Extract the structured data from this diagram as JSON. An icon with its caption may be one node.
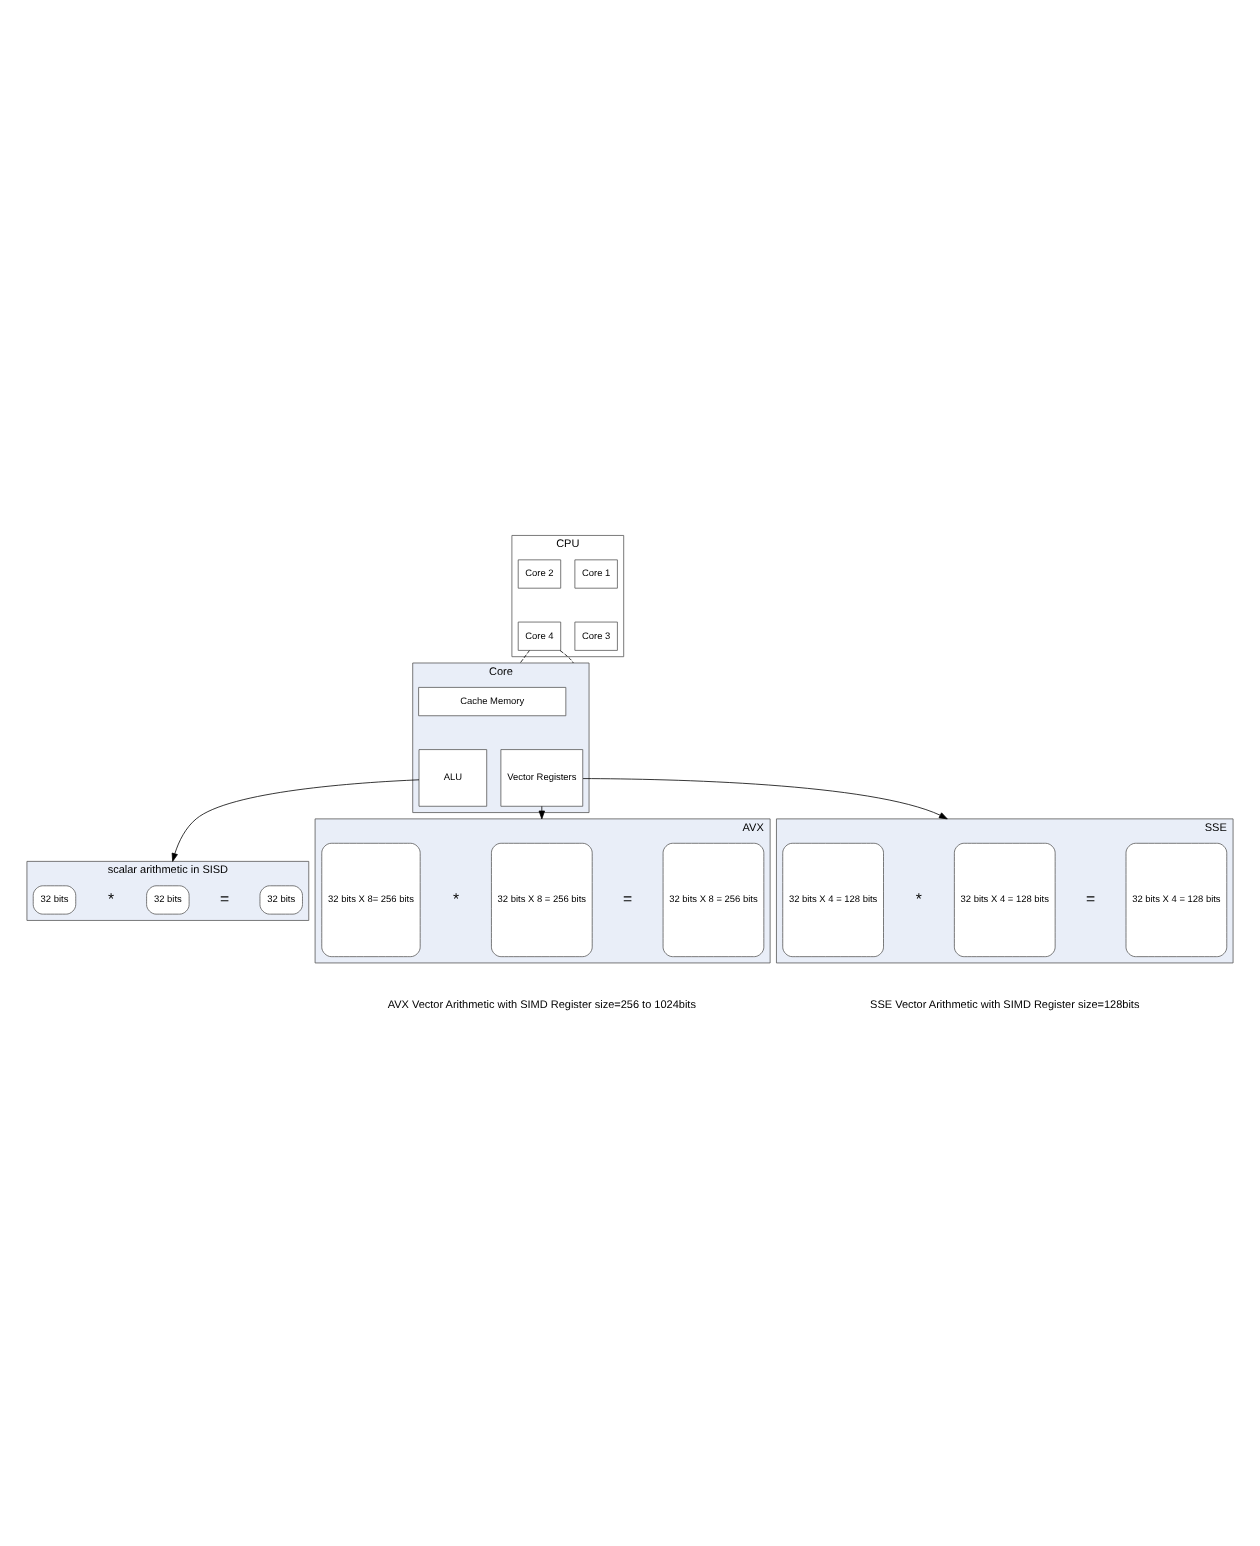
{
  "diagram": {
    "nodes": [
      {
        "text": [
          "CPU"
        ]
      },
      {
        "text": [
          "Core 1"
        ],
        "in": 0
      },
      {
        "text": [
          "Core 2"
        ],
        "in": 0
      },
      {
        "text": [
          "Core 3"
        ],
        "in": 0
      },
      {
        "text": [
          "Core 4"
        ],
        "in": 0
      },
      {
        "text": [
          "Core"
        ]
      },
      {
        "text": [
          "Cache Memory"
        ],
        "in": 5
      },
      {
        "text": [
          "ALU"
        ],
        "in": 5
      },
      {
        "text": [
          "Vector Registers"
        ],
        "in": 5
      },
      {
        "text": [
          "scalar arithmetic in SISD"
        ]
      },
      {
        "text": [
          "32 bits"
        ],
        "in": 9
      },
      {
        "text": [
          "32 bits"
        ],
        "in": 9
      },
      {
        "text": [
          "32 bits"
        ],
        "in": 9
      },
      {
        "text": [
          "AVX"
        ],
        "beside": [
          "AVX Vector Arithmetic with SIMD Register size=256 to 1024bits"
        ]
      },
      {
        "text": [
          "32 bits X 8= 256 bits"
        ],
        "in": 13
      },
      {
        "text": [
          "32 bits X 8 = 256 bits"
        ],
        "in": 13
      },
      {
        "text": [
          "32 bits X 8 = 256 bits"
        ],
        "in": 13
      },
      {
        "text": [
          "SSE"
        ],
        "beside": [
          "SSE Vector Arithmetic with SIMD Register size=128bits"
        ]
      },
      {
        "text": [
          "32 bits X 4 = 128 bits"
        ],
        "in": 17
      },
      {
        "text": [
          "32 bits X 4 = 128 bits"
        ],
        "in": 17
      },
      {
        "text": [
          "32 bits X 4 = 128 bits"
        ],
        "in": 17
      }
    ],
    "edges": [
      {
        "from": 4,
        "to": 5,
        "arrow": "none",
        "style": "dashed"
      },
      {
        "from": 4,
        "to": 5,
        "arrow": "none",
        "style": "dashed"
      },
      {
        "from": 7,
        "to": 9,
        "arrow": "to"
      },
      {
        "from": 8,
        "to": 13,
        "arrow": "to"
      },
      {
        "from": 8,
        "to": 17,
        "arrow": "to"
      }
    ],
    "labels": [
      "*",
      "=",
      "*",
      "=",
      "*",
      "="
    ]
  }
}
